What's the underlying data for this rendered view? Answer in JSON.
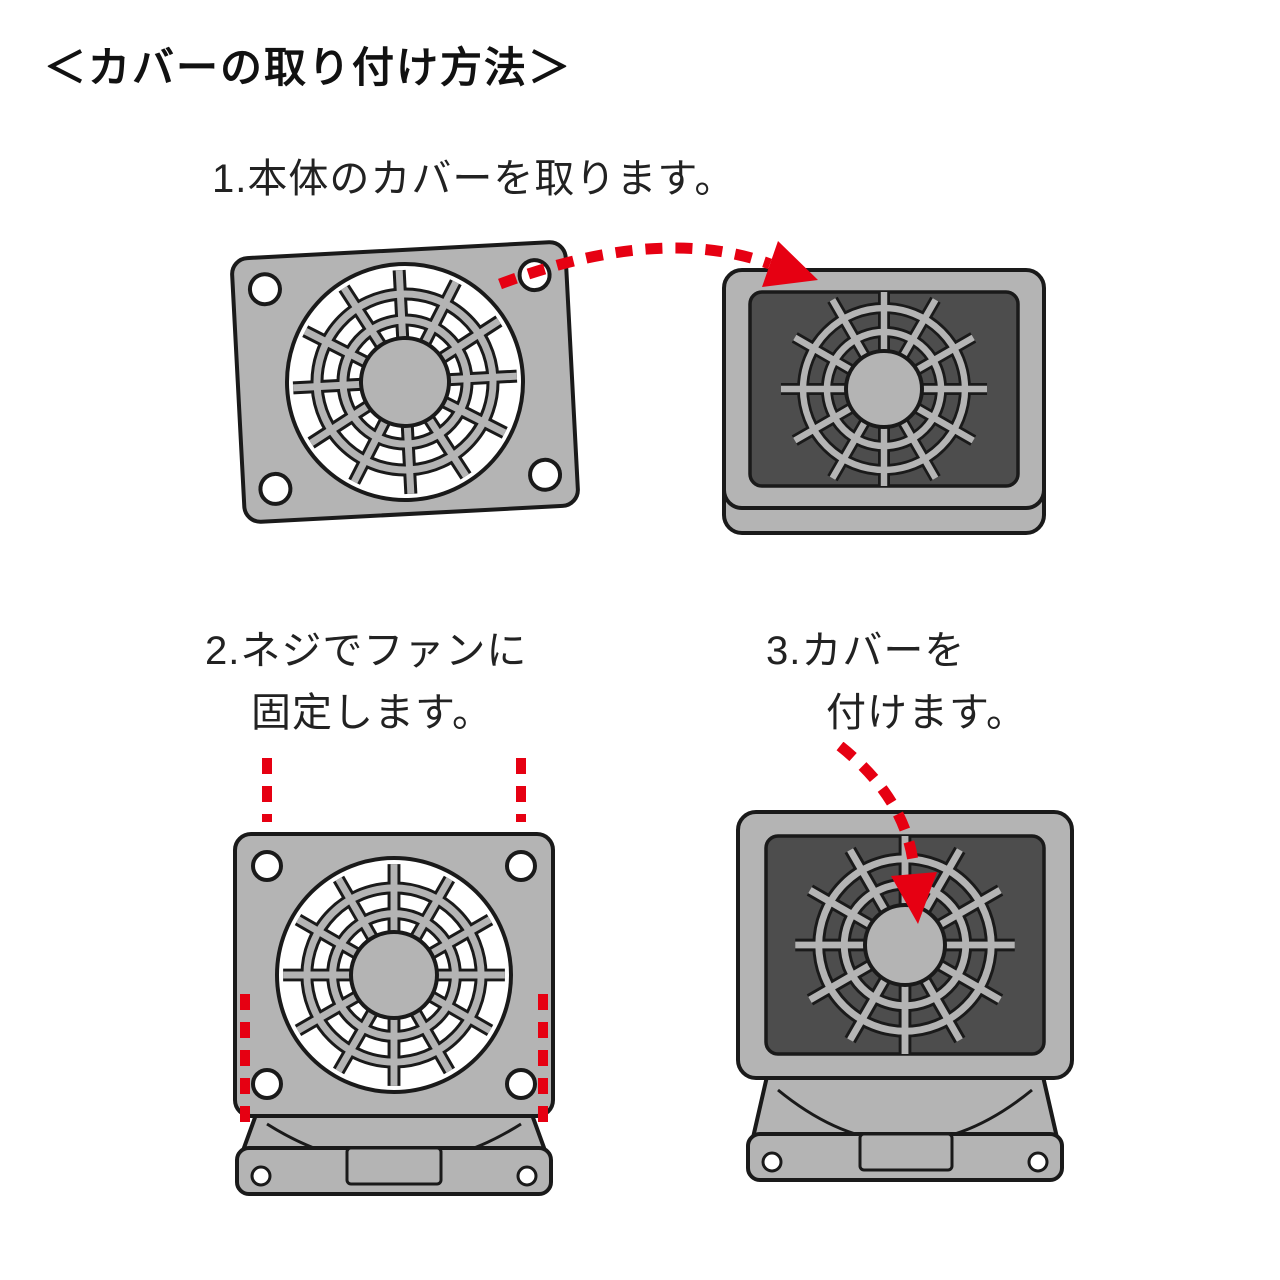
{
  "page": {
    "title": "＜カバーの取り付け方法＞",
    "background_color": "#ffffff"
  },
  "steps": [
    {
      "label_lines": [
        "1.本体のカバーを取ります。"
      ]
    },
    {
      "label_lines": [
        "2.ネジでファンに",
        "固定します。"
      ]
    },
    {
      "label_lines": [
        "3.カバーを",
        "付けます。"
      ]
    }
  ],
  "colors": {
    "accent_red": "#e60012",
    "part_gray": "#b4b4b4",
    "outline_dark": "#1a1a1a",
    "recess_dark": "#4d4d4d",
    "hole_white": "#ffffff",
    "text_color": "#222222"
  }
}
